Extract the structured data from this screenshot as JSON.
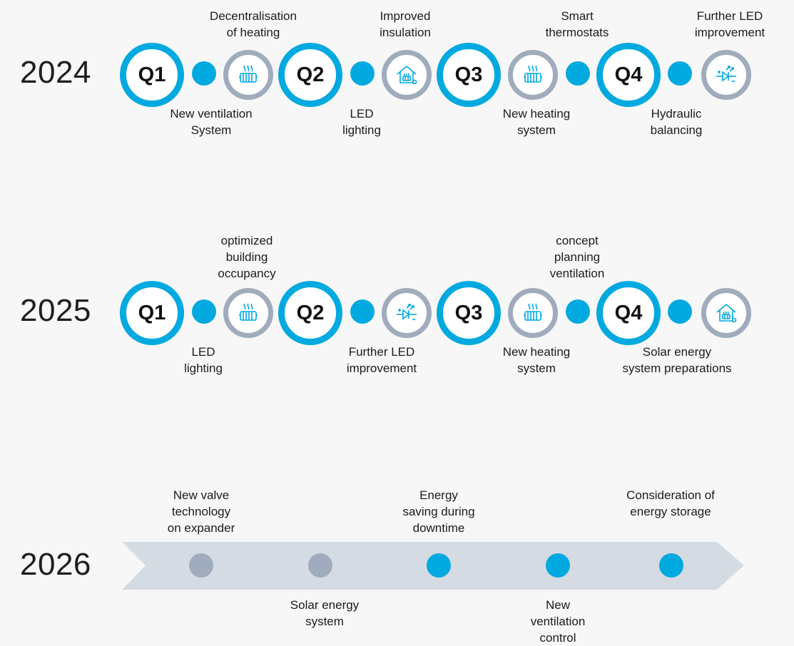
{
  "rows": [
    {
      "year": "2024",
      "quarters": [
        "Q1",
        "Q2",
        "Q3",
        "Q4"
      ],
      "icons": [
        "radiator-icon",
        "house-heating-icon",
        "radiator-icon",
        "led-diode-icon"
      ],
      "top_labels": [
        [
          "Decentralisation",
          "of heating"
        ],
        [
          "Improved",
          "insulation"
        ],
        [
          "Smart",
          "thermostats"
        ],
        [
          "Further LED",
          "improvement"
        ]
      ],
      "bottom_labels": [
        [
          "New ventilation",
          "System"
        ],
        [
          "LED",
          "lighting"
        ],
        [
          "New heating",
          "system"
        ],
        [
          "Hydraulic",
          "balancing"
        ]
      ]
    },
    {
      "year": "2025",
      "quarters": [
        "Q1",
        "Q2",
        "Q3",
        "Q4"
      ],
      "icons": [
        "radiator-icon",
        "led-diode-icon",
        "radiator-icon",
        "house-heating-icon"
      ],
      "top_labels": [
        [
          "optimized",
          "building",
          "occupancy"
        ],
        [],
        [
          "concept",
          "planning",
          "ventilation"
        ],
        []
      ],
      "bottom_labels": [
        [
          "LED",
          "lighting"
        ],
        [
          "Further LED",
          "improvement"
        ],
        [
          "New heating",
          "system"
        ],
        [
          "Solar energy",
          "system preparations"
        ]
      ]
    }
  ],
  "row_2026": {
    "year": "2026",
    "top_labels": [
      [
        "New valve",
        "technology",
        "on expander"
      ],
      [
        "Energy",
        "saving during",
        "downtime"
      ],
      [
        "Consideration of",
        "energy storage"
      ]
    ],
    "bottom_labels": [
      [
        "Solar energy",
        "system"
      ],
      [
        "New",
        "ventilation",
        "control"
      ]
    ],
    "dot_states": [
      "planned",
      "planned",
      "active",
      "active",
      "active"
    ]
  },
  "colors": {
    "accent": "#00a9e0",
    "ring_grey": "#a0acbd",
    "arrow": "#d5dbe3",
    "planned_dot": "#a0acbd",
    "background": "#f7f7f7"
  }
}
